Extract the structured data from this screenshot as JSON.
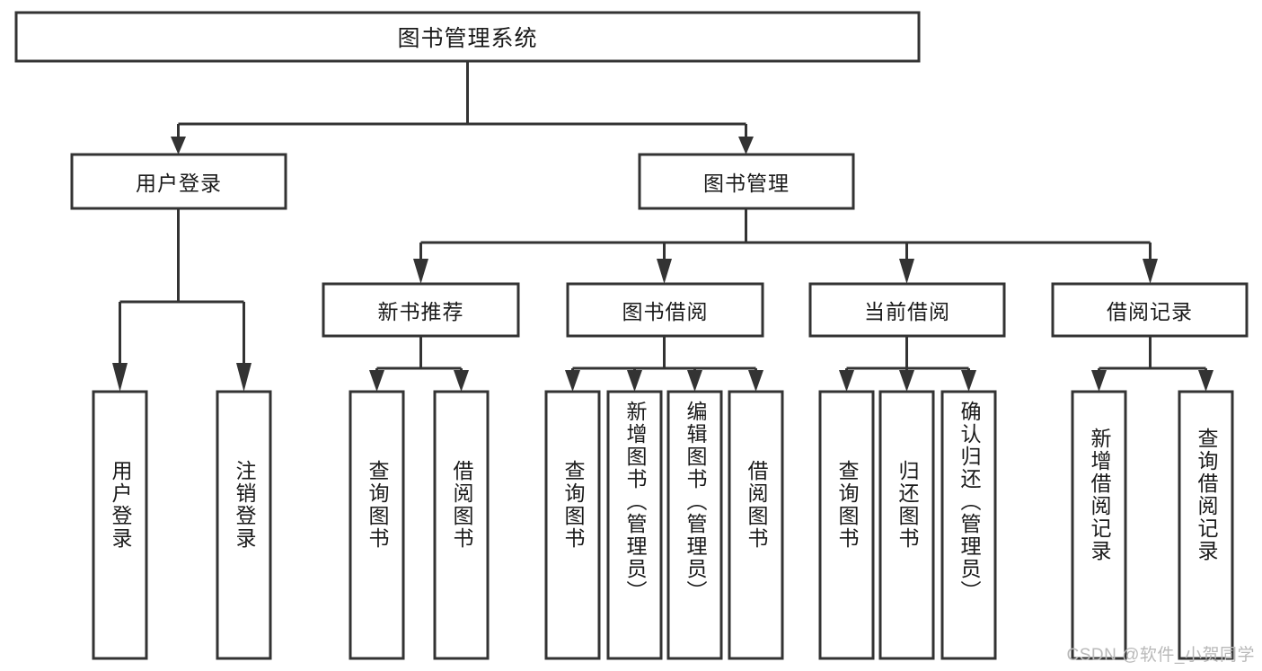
{
  "diagram": {
    "title_label": "图书管理系统",
    "type": "tree-hierarchy",
    "stroke_color": "#333333",
    "fill_color": "#ffffff",
    "text_color": "#1a1a1a",
    "level1": [
      {
        "id": "user-login",
        "label": "用户登录"
      },
      {
        "id": "book-manage",
        "label": "图书管理"
      }
    ],
    "level2": [
      {
        "id": "new-book-recommend",
        "label": "新书推荐",
        "parent": "book-manage"
      },
      {
        "id": "book-borrow",
        "label": "图书借阅",
        "parent": "book-manage"
      },
      {
        "id": "current-borrow",
        "label": "当前借阅",
        "parent": "book-manage"
      },
      {
        "id": "borrow-record",
        "label": "借阅记录",
        "parent": "book-manage"
      }
    ],
    "leaves": {
      "user_login": [
        {
          "id": "leaf-user-login",
          "label": "用户登录"
        },
        {
          "id": "leaf-user-logout",
          "label": "注销登录"
        }
      ],
      "new_book_recommend": [
        {
          "id": "leaf-query-book-1",
          "label": "查询图书"
        },
        {
          "id": "leaf-borrow-book-1",
          "label": "借阅图书"
        }
      ],
      "book_borrow": [
        {
          "id": "leaf-query-book-2",
          "label": "查询图书"
        },
        {
          "id": "leaf-add-book",
          "label": "新增图书（管理员）"
        },
        {
          "id": "leaf-edit-book",
          "label": "编辑图书（管理员）"
        },
        {
          "id": "leaf-borrow-book-2",
          "label": "借阅图书"
        }
      ],
      "current_borrow": [
        {
          "id": "leaf-query-book-3",
          "label": "查询图书"
        },
        {
          "id": "leaf-return-book",
          "label": "归还图书"
        },
        {
          "id": "leaf-confirm-return",
          "label": "确认归还（管理员）"
        }
      ],
      "borrow_record": [
        {
          "id": "leaf-add-borrow-record",
          "label": "新增借阅记录"
        },
        {
          "id": "leaf-query-borrow-record",
          "label": "查询借阅记录"
        }
      ]
    }
  },
  "watermark": {
    "text": "CSDN @软件_小贺同学"
  }
}
